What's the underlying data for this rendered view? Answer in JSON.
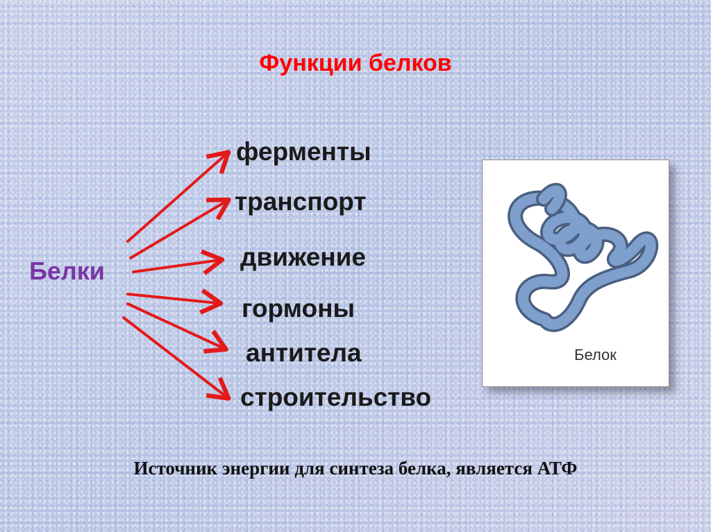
{
  "title": "Функции белков",
  "subject": "Белки",
  "functions": [
    "ферменты",
    "транспорт",
    "движение",
    "гормоны",
    "антитела",
    "строительство"
  ],
  "figure": {
    "label": "Белок",
    "icon": "protein-coil-icon"
  },
  "footer": "Источник энергии для синтеза белка, является АТФ",
  "colors": {
    "title": "#ff0000",
    "subject": "#7a35a6",
    "arrow": "#e31a1a",
    "protein": "#6e8fbf"
  }
}
